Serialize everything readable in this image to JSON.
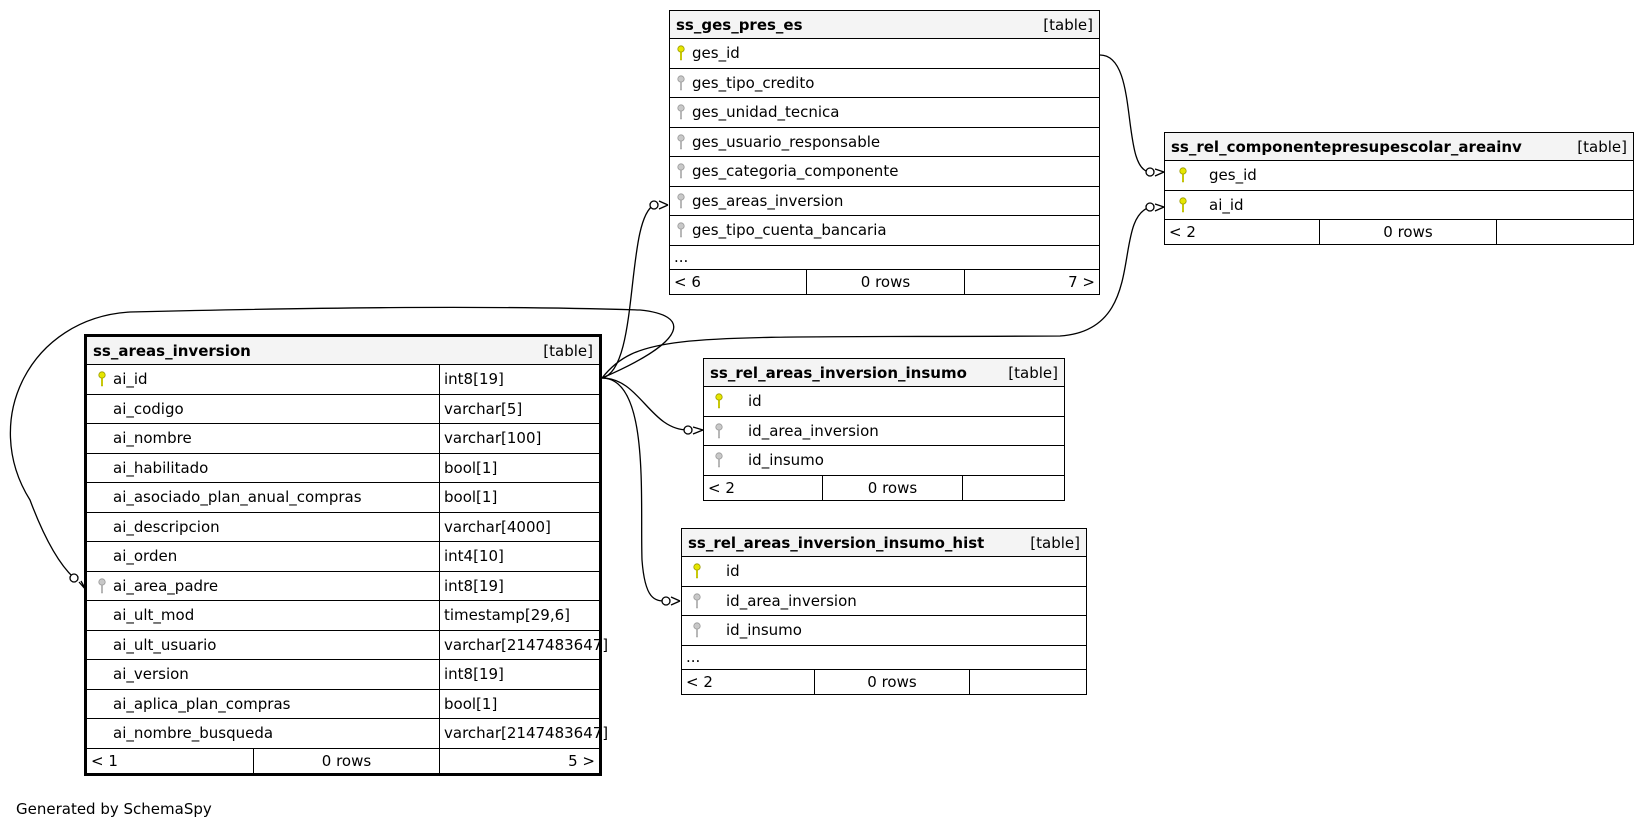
{
  "colors": {
    "primary_key": "#e6e600",
    "foreign_key": "#b4b4b4",
    "header_bg": "#f4f4f4"
  },
  "tables": {
    "ges": {
      "name": "ss_ges_pres_es",
      "tag": "[table]",
      "columns": [
        {
          "name": "ges_id",
          "key": "primary"
        },
        {
          "name": "ges_tipo_credito",
          "key": "foreign"
        },
        {
          "name": "ges_unidad_tecnica",
          "key": "foreign"
        },
        {
          "name": "ges_usuario_responsable",
          "key": "foreign"
        },
        {
          "name": "ges_categoria_componente",
          "key": "foreign"
        },
        {
          "name": "ges_areas_inversion",
          "key": "foreign"
        },
        {
          "name": "ges_tipo_cuenta_bancaria",
          "key": "foreign"
        }
      ],
      "ellipsis": "...",
      "footer": {
        "left": "< 6",
        "middle": "0 rows",
        "right": "7 >"
      }
    },
    "rel_comp": {
      "name": "ss_rel_componentepresupescolar_areainv",
      "tag": "[table]",
      "columns": [
        {
          "name": "ges_id",
          "key": "primary"
        },
        {
          "name": "ai_id",
          "key": "primary"
        }
      ],
      "footer": {
        "left": "< 2",
        "middle": "0 rows",
        "right": ""
      }
    },
    "areas": {
      "name": "ss_areas_inversion",
      "tag": "[table]",
      "columns": [
        {
          "name": "ai_id",
          "type": "int8[19]",
          "key": "primary"
        },
        {
          "name": "ai_codigo",
          "type": "varchar[5]",
          "key": "none"
        },
        {
          "name": "ai_nombre",
          "type": "varchar[100]",
          "key": "none"
        },
        {
          "name": "ai_habilitado",
          "type": "bool[1]",
          "key": "none"
        },
        {
          "name": "ai_asociado_plan_anual_compras",
          "type": "bool[1]",
          "key": "none"
        },
        {
          "name": "ai_descripcion",
          "type": "varchar[4000]",
          "key": "none"
        },
        {
          "name": "ai_orden",
          "type": "int4[10]",
          "key": "none"
        },
        {
          "name": "ai_area_padre",
          "type": "int8[19]",
          "key": "foreign"
        },
        {
          "name": "ai_ult_mod",
          "type": "timestamp[29,6]",
          "key": "none"
        },
        {
          "name": "ai_ult_usuario",
          "type": "varchar[2147483647]",
          "key": "none"
        },
        {
          "name": "ai_version",
          "type": "int8[19]",
          "key": "none"
        },
        {
          "name": "ai_aplica_plan_compras",
          "type": "bool[1]",
          "key": "none"
        },
        {
          "name": "ai_nombre_busqueda",
          "type": "varchar[2147483647]",
          "key": "none"
        }
      ],
      "footer": {
        "left": "< 1",
        "middle": "0 rows",
        "right": "5 >"
      }
    },
    "insumo": {
      "name": "ss_rel_areas_inversion_insumo",
      "tag": "[table]",
      "columns": [
        {
          "name": "id",
          "key": "primary"
        },
        {
          "name": "id_area_inversion",
          "key": "foreign"
        },
        {
          "name": "id_insumo",
          "key": "foreign"
        }
      ],
      "footer": {
        "left": "< 2",
        "middle": "0 rows",
        "right": ""
      }
    },
    "hist": {
      "name": "ss_rel_areas_inversion_insumo_hist",
      "tag": "[table]",
      "columns": [
        {
          "name": "id",
          "key": "primary"
        },
        {
          "name": "id_area_inversion",
          "key": "foreign"
        },
        {
          "name": "id_insumo",
          "key": "foreign"
        }
      ],
      "ellipsis": "...",
      "footer": {
        "left": "< 2",
        "middle": "0 rows",
        "right": ""
      }
    }
  },
  "footer_note": "Generated by SchemaSpy"
}
